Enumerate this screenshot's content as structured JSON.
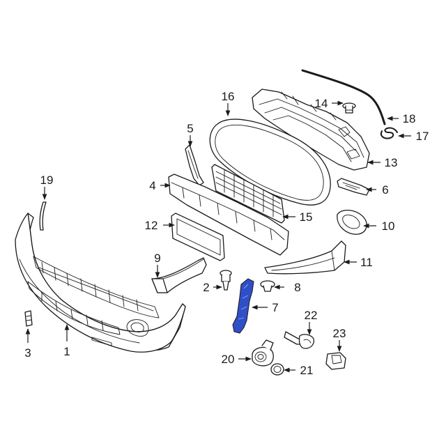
{
  "callouts": {
    "c1": "1",
    "c2": "2",
    "c3": "3",
    "c4": "4",
    "c5": "5",
    "c6": "6",
    "c7": "7",
    "c8": "8",
    "c9": "9",
    "c10": "10",
    "c11": "11",
    "c12": "12",
    "c13": "13",
    "c14": "14",
    "c15": "15",
    "c16": "16",
    "c17": "17",
    "c18": "18",
    "c19": "19",
    "c20": "20",
    "c21": "21",
    "c22": "22",
    "c23": "23"
  },
  "colors": {
    "highlighted_part": "#2f4fc8",
    "line_art": "#1a1a1a"
  },
  "highlighted_callout": "7"
}
